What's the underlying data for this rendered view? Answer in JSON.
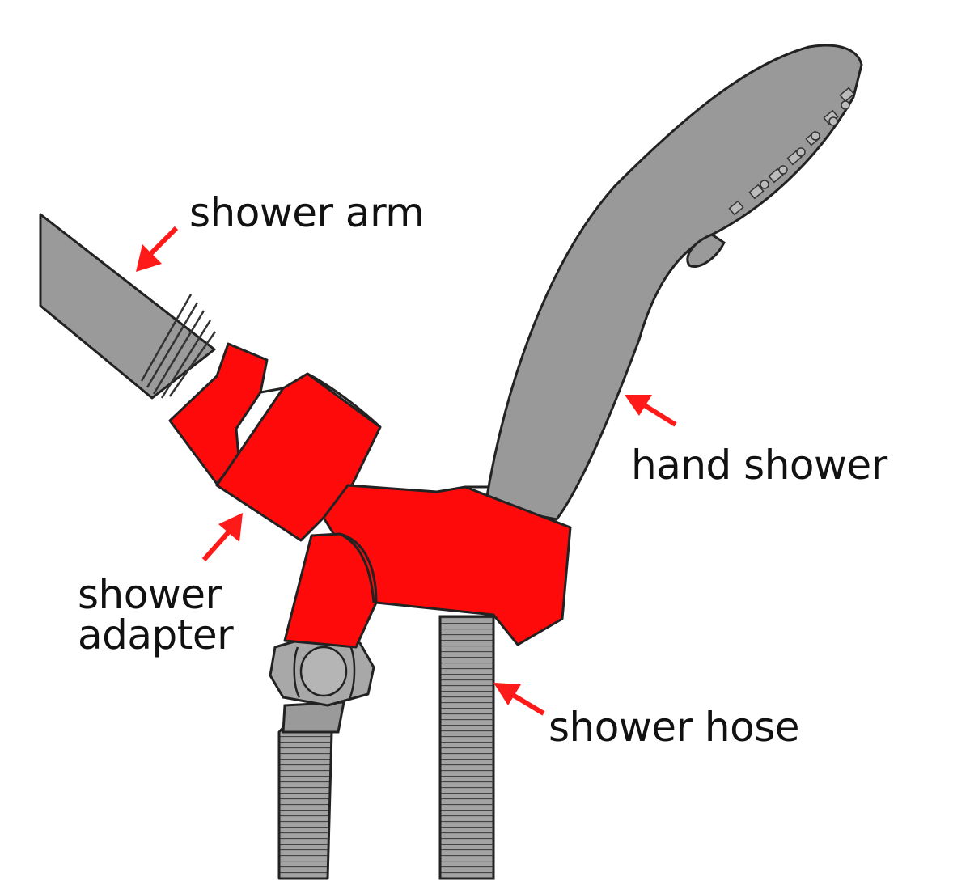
{
  "labels": {
    "shower_arm": "shower arm",
    "hand_shower": "hand shower",
    "shower_adapter_line1": "shower",
    "shower_adapter_line2": "adapter",
    "shower_hose": "shower hose"
  },
  "colors": {
    "adapter": "#ff0a0a",
    "metal": "#999999",
    "outline": "#222222",
    "arrow": "#ff1a1a",
    "text": "#111111",
    "background": "#ffffff"
  }
}
